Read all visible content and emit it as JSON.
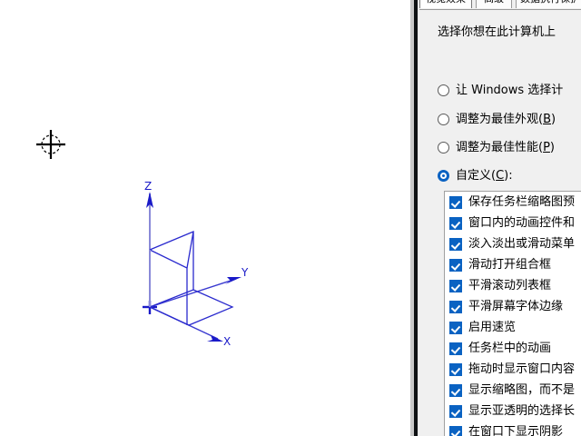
{
  "app": {
    "canvas_background": "#ffffff",
    "cad_accent_color": "#1a1ac8",
    "accent_color": "#0a62c2"
  },
  "cad": {
    "cursor_icon": "crosshair-cursor-icon",
    "ucs_icon": "ucs-axis-icon",
    "axis_labels": {
      "x": "X",
      "y": "Y",
      "z": "Z"
    }
  },
  "dialog": {
    "tabs": [
      {
        "label": "视觉效果",
        "active": true
      },
      {
        "label": "高级",
        "active": false
      },
      {
        "label": "数据执行保护",
        "active": false
      }
    ],
    "description": "选择你想在此计算机上",
    "radio_options": [
      {
        "label": "让 Windows 选择计",
        "accesskey": "",
        "checked": false
      },
      {
        "label": "调整为最佳外观(",
        "accesskey": "B",
        "suffix": ")",
        "checked": false
      },
      {
        "label": "调整为最佳性能(",
        "accesskey": "P",
        "suffix": ")",
        "checked": false
      },
      {
        "label": "自定义(",
        "accesskey": "C",
        "suffix": "):",
        "checked": true
      }
    ],
    "effects": [
      {
        "label": "保存任务栏缩略图预",
        "checked": true
      },
      {
        "label": "窗口内的动画控件和",
        "checked": true
      },
      {
        "label": "淡入淡出或滑动菜单",
        "checked": true
      },
      {
        "label": "滑动打开组合框",
        "checked": true
      },
      {
        "label": "平滑滚动列表框",
        "checked": true
      },
      {
        "label": "平滑屏幕字体边缘",
        "checked": true
      },
      {
        "label": "启用速览",
        "checked": true
      },
      {
        "label": "任务栏中的动画",
        "checked": true
      },
      {
        "label": "拖动时显示窗口内容",
        "checked": true
      },
      {
        "label": "显示缩略图，而不是",
        "checked": true
      },
      {
        "label": "显示亚透明的选择长",
        "checked": true
      },
      {
        "label": "在窗口下显示阴影",
        "checked": true
      }
    ]
  }
}
